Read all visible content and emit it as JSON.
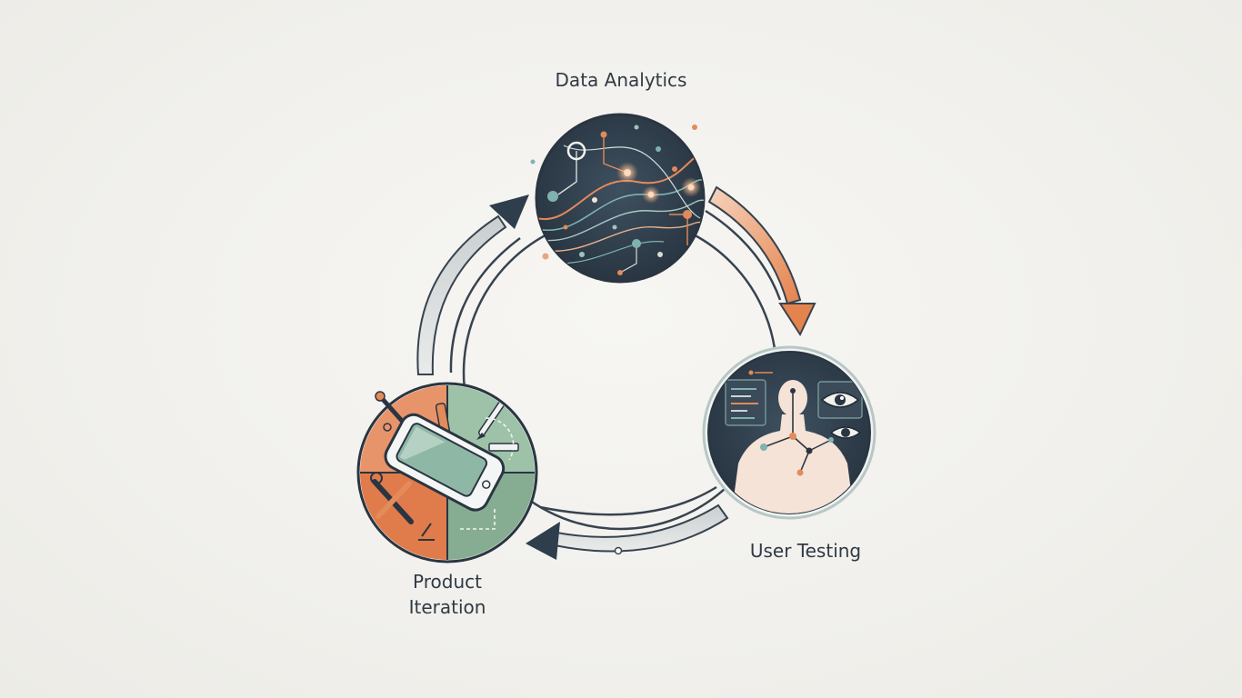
{
  "nodes": {
    "data_analytics": {
      "label": "Data Analytics",
      "icon": "data-network-icon"
    },
    "user_testing": {
      "label": "User Testing",
      "icon": "user-eye-icon"
    },
    "product_iteration": {
      "label_line1": "Product",
      "label_line2": "Iteration",
      "icon": "phone-tools-icon"
    }
  },
  "colors": {
    "dark": "#2f3e4c",
    "orange": "#e48b5a",
    "green": "#8fb59a",
    "teal": "#7fb2b0",
    "arrow_light": "#d9dcdc"
  }
}
